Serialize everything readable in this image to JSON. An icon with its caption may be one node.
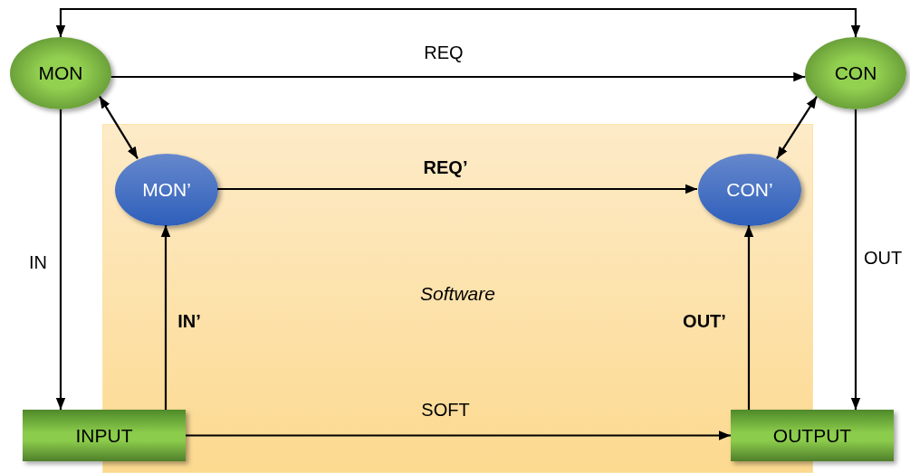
{
  "diagram": {
    "nodes": [
      {
        "text": [
          "Software"
        ]
      },
      {
        "text": [
          "MON"
        ]
      },
      {
        "text": [
          "CON"
        ]
      },
      {
        "text": [
          "MON’"
        ],
        "in": 0
      },
      {
        "text": [
          "CON’"
        ],
        "in": 0
      },
      {
        "text": [
          "INPUT"
        ]
      },
      {
        "text": [
          "OUTPUT"
        ]
      }
    ],
    "edges": [
      {
        "from": 1,
        "to": 2,
        "arrow": "both"
      },
      {
        "from": 1,
        "to": 2,
        "arrow": "to",
        "label": "REQ"
      },
      {
        "from": 1,
        "to": 3,
        "arrow": "both"
      },
      {
        "from": 2,
        "to": 4,
        "arrow": "both"
      },
      {
        "from": 3,
        "to": 4,
        "arrow": "to",
        "label": "REQ’"
      },
      {
        "from": 1,
        "to": 5,
        "arrow": "to",
        "label": "IN"
      },
      {
        "from": 5,
        "to": 3,
        "arrow": "to",
        "label": "IN’"
      },
      {
        "from": 2,
        "to": 6,
        "arrow": "to",
        "label": "OUT"
      },
      {
        "from": 6,
        "to": 4,
        "arrow": "to",
        "label": "OUT’"
      },
      {
        "from": 5,
        "to": 6,
        "arrow": "to",
        "label": "SOFT"
      }
    ]
  }
}
